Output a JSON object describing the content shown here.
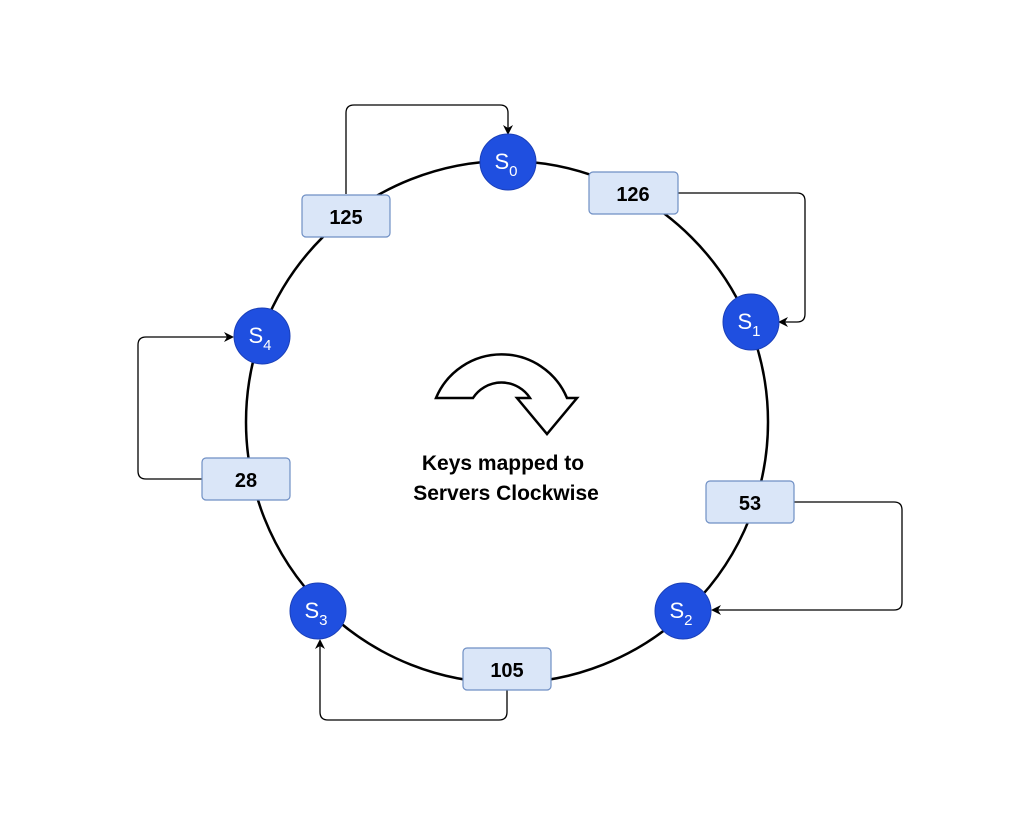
{
  "title_lines": [
    "Keys mapped to",
    "Servers Clockwise"
  ],
  "servers": [
    {
      "id": "S0",
      "main": "S",
      "sub": "0"
    },
    {
      "id": "S1",
      "main": "S",
      "sub": "1"
    },
    {
      "id": "S2",
      "main": "S",
      "sub": "2"
    },
    {
      "id": "S3",
      "main": "S",
      "sub": "3"
    },
    {
      "id": "S4",
      "main": "S",
      "sub": "4"
    }
  ],
  "keys": [
    {
      "label": "126",
      "maps_to": "S1"
    },
    {
      "label": "53",
      "maps_to": "S2"
    },
    {
      "label": "105",
      "maps_to": "S3"
    },
    {
      "label": "28",
      "maps_to": "S4"
    },
    {
      "label": "125",
      "maps_to": "S0"
    }
  ],
  "colors": {
    "server_fill": "#1f4fe0",
    "key_fill": "#dae6f8",
    "key_border": "#6f8fc4"
  },
  "icons": {
    "rotation": "clockwise-rotate-arrow-icon"
  }
}
